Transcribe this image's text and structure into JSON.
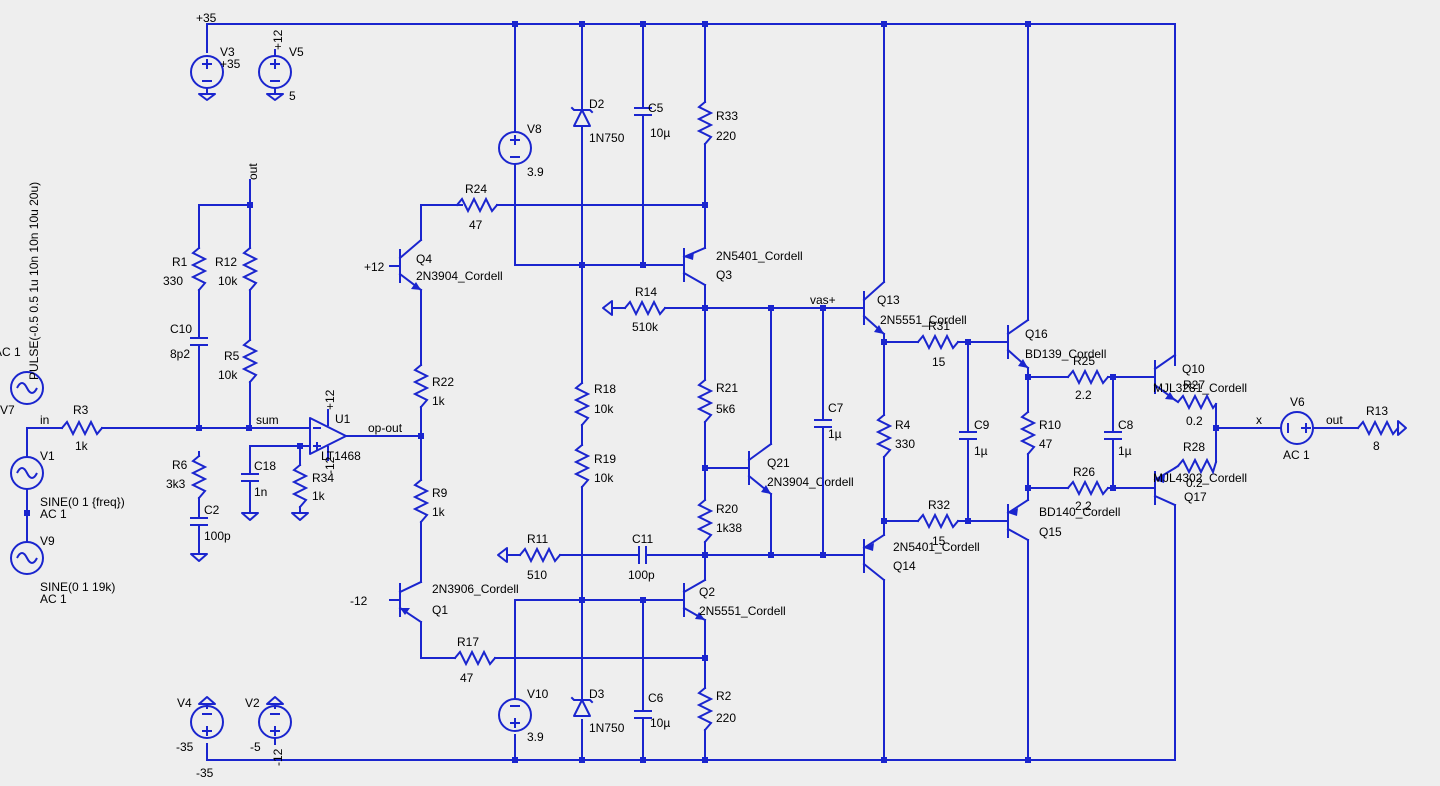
{
  "schematic": {
    "nets": {
      "vpos": "+35",
      "vneg": "-35",
      "out": "out",
      "in": "in",
      "sum": "sum",
      "op_out": "op-out",
      "vas": "vas+",
      "x": "x",
      "p12": "+12",
      "m12": "-12"
    },
    "components": {
      "V3": {
        "name": "V3",
        "value": "+35"
      },
      "V5": {
        "name": "V5",
        "value": "5",
        "top": "+12"
      },
      "V4": {
        "name": "V4",
        "value": "-35"
      },
      "V2": {
        "name": "V2",
        "value": "-5",
        "bottom": "-12"
      },
      "V8": {
        "name": "V8",
        "value": "3.9"
      },
      "V10": {
        "name": "V10",
        "value": "3.9"
      },
      "V6": {
        "name": "V6",
        "value": "AC 1"
      },
      "V7": {
        "name": "V7",
        "value": "PULSE(-0.5 0.5 1u 10n 10n 10u 20u)",
        "ac": "AC 1"
      },
      "V1": {
        "name": "V1",
        "value": "SINE(0 1 {freq})",
        "ac": "AC 1"
      },
      "V9": {
        "name": "V9",
        "value": "SINE(0 1 19k)",
        "ac": "AC 1"
      },
      "D2": {
        "name": "D2",
        "value": "1N750"
      },
      "D3": {
        "name": "D3",
        "value": "1N750"
      },
      "C5": {
        "name": "C5",
        "value": "10µ"
      },
      "C6": {
        "name": "C6",
        "value": "10µ"
      },
      "R33": {
        "name": "R33",
        "value": "220"
      },
      "R2": {
        "name": "R2",
        "value": "220"
      },
      "R24": {
        "name": "R24",
        "value": "47"
      },
      "R17": {
        "name": "R17",
        "value": "47"
      },
      "Q4": {
        "name": "Q4",
        "value": "2N3904_Cordell"
      },
      "Q1": {
        "name": "Q1",
        "value": "2N3906_Cordell"
      },
      "Q3": {
        "name": "Q3",
        "value": "2N5401_Cordell"
      },
      "Q2": {
        "name": "Q2",
        "value": "2N5551_Cordell"
      },
      "R1": {
        "name": "R1",
        "value": "330"
      },
      "R12": {
        "name": "R12",
        "value": "10k"
      },
      "C10": {
        "name": "C10",
        "value": "8p2"
      },
      "R5": {
        "name": "R5",
        "value": "10k"
      },
      "R3": {
        "name": "R3",
        "value": "1k"
      },
      "R6": {
        "name": "R6",
        "value": "3k3"
      },
      "C2": {
        "name": "C2",
        "value": "100p"
      },
      "C18": {
        "name": "C18",
        "value": "1n"
      },
      "R34": {
        "name": "R34",
        "value": "1k"
      },
      "U1": {
        "name": "U1",
        "value": "LT1468",
        "top": "+12",
        "bottom": "-12"
      },
      "R22": {
        "name": "R22",
        "value": "1k"
      },
      "R9": {
        "name": "R9",
        "value": "1k"
      },
      "R14": {
        "name": "R14",
        "value": "510k"
      },
      "R18": {
        "name": "R18",
        "value": "10k"
      },
      "R19": {
        "name": "R19",
        "value": "10k"
      },
      "R21": {
        "name": "R21",
        "value": "5k6"
      },
      "R20": {
        "name": "R20",
        "value": "1k38"
      },
      "Q21": {
        "name": "Q21",
        "value": "2N3904_Cordell"
      },
      "C7": {
        "name": "C7",
        "value": "1µ"
      },
      "R11": {
        "name": "R11",
        "value": "510"
      },
      "C11": {
        "name": "C11",
        "value": "100p"
      },
      "Q13": {
        "name": "Q13",
        "value": "2N5551_Cordell"
      },
      "Q14": {
        "name": "Q14",
        "value": "2N5401_Cordell"
      },
      "R4": {
        "name": "R4",
        "value": "330"
      },
      "R31": {
        "name": "R31",
        "value": "15"
      },
      "R32": {
        "name": "R32",
        "value": "15"
      },
      "C9": {
        "name": "C9",
        "value": "1µ"
      },
      "Q16": {
        "name": "Q16",
        "value": "BD139_Cordell"
      },
      "Q15": {
        "name": "Q15",
        "value": "BD140_Cordell"
      },
      "R10": {
        "name": "R10",
        "value": "47"
      },
      "R25": {
        "name": "R25",
        "value": "2.2"
      },
      "R26": {
        "name": "R26",
        "value": "2.2"
      },
      "C8": {
        "name": "C8",
        "value": "1µ"
      },
      "Q10": {
        "name": "Q10",
        "value": "MJL3281_Cordell"
      },
      "Q17": {
        "name": "Q17",
        "value": "MJL4302_Cordell"
      },
      "R27": {
        "name": "R27",
        "value": "0.2"
      },
      "R28": {
        "name": "R28",
        "value": "0.2"
      },
      "R13": {
        "name": "R13",
        "value": "8"
      }
    }
  }
}
